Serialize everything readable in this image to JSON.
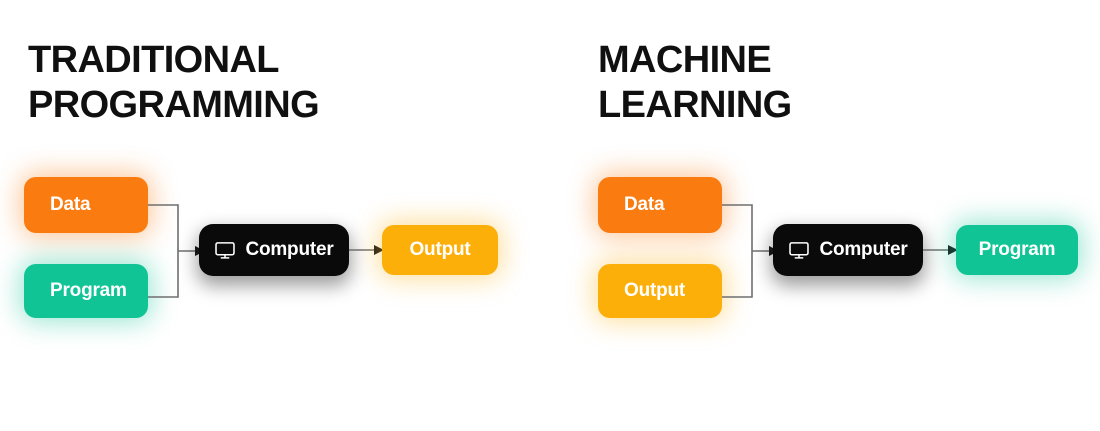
{
  "background": "#ffffff",
  "palette": {
    "data_orange": "#fa7b10",
    "program_green": "#10c495",
    "output_amber": "#fcaf09",
    "computer_black": "#0a0a0a",
    "title_black": "#101010",
    "connector_gray": "#6f6f6f",
    "node_text": "#ffffff"
  },
  "panels": [
    {
      "title": "TRADITIONAL\nPROGRAMMING",
      "inputs": [
        {
          "label": "Data",
          "color": "#fa7b10"
        },
        {
          "label": "Program",
          "color": "#10c495"
        }
      ],
      "process": {
        "label": "Computer",
        "icon": "monitor-icon",
        "color": "#0a0a0a"
      },
      "result": {
        "label": "Output",
        "color": "#fcaf09"
      }
    },
    {
      "title": "MACHINE\nLEARNING",
      "inputs": [
        {
          "label": "Data",
          "color": "#fa7b10"
        },
        {
          "label": "Output",
          "color": "#fcaf09"
        }
      ],
      "process": {
        "label": "Computer",
        "icon": "monitor-icon",
        "color": "#0a0a0a"
      },
      "result": {
        "label": "Program",
        "color": "#10c495"
      }
    }
  ]
}
